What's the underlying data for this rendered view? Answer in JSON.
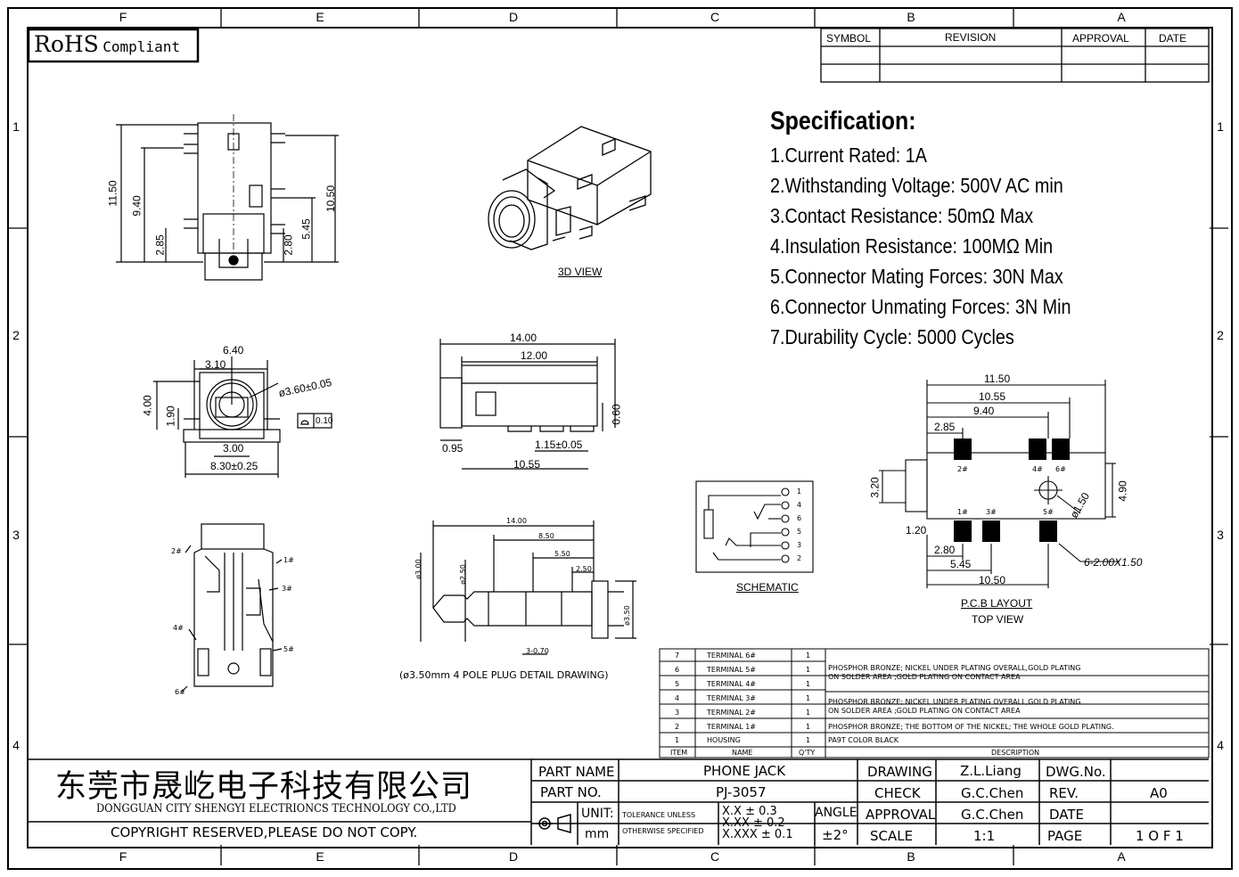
{
  "zones": {
    "columns": [
      "F",
      "E",
      "D",
      "C",
      "B",
      "A"
    ],
    "rows": [
      "1",
      "2",
      "3",
      "4"
    ]
  },
  "rohs": {
    "main": "RoHS",
    "sub": "Compliant"
  },
  "revision_table": {
    "headers": [
      "SYMBOL",
      "REVISION",
      "APPROVAL",
      "DATE"
    ]
  },
  "specification": {
    "title": "Specification:",
    "items": [
      "1.Current Rated: 1A",
      "2.Withstanding Voltage: 500V AC min",
      "3.Contact Resistance: 50mΩ Max",
      "4.Insulation Resistance: 100MΩ Min",
      "5.Connector Mating Forces: 30N Max",
      "6.Connector Unmating Forces: 3N Min",
      "7.Durability Cycle: 5000 Cycles"
    ]
  },
  "views": {
    "view_3d": "3D VIEW",
    "schematic": "SCHEMATIC",
    "pcb_layout": "P.C.B LAYOUT",
    "top_view": "TOP VIEW",
    "plug_detail": "(ø3.50mm 4 POLE PLUG DETAIL DRAWING)"
  },
  "dimensions": {
    "front": [
      "11.50",
      "9.40",
      "2.85",
      "10.50",
      "5.45",
      "2.80"
    ],
    "side": [
      "6.40",
      "3.10",
      "ø3.60±0.05",
      "4.00",
      "1.90",
      "0.10",
      "3.00",
      "8.30±0.25"
    ],
    "top": [
      "14.00",
      "12.00",
      "0.60",
      "0.95",
      "1.15±0.05",
      "10.55"
    ],
    "plug": [
      "14.00",
      "8.50",
      "5.50",
      "2.50",
      "ø3.00",
      "ø2.50",
      "ø3.50",
      "3-0.70"
    ],
    "pcb": [
      "11.50",
      "10.55",
      "9.40",
      "2.85",
      "3.20",
      "4.90",
      "ø1.50",
      "1.20",
      "2.80",
      "5.45",
      "10.50",
      "6-2.00X1.50"
    ],
    "pcb_pads": [
      "2#",
      "4#",
      "6#",
      "1#",
      "3#",
      "5#"
    ],
    "terminal_marks": [
      "2#",
      "1#",
      "3#",
      "4#",
      "5#",
      "6#"
    ],
    "schematic_pins": [
      "1",
      "4",
      "6",
      "5",
      "3",
      "2"
    ]
  },
  "bom": {
    "rows": [
      {
        "item": "7",
        "name": "TERMINAL 6#",
        "qty": "1"
      },
      {
        "item": "6",
        "name": "TERMINAL 5#",
        "qty": "1"
      },
      {
        "item": "5",
        "name": "TERMINAL 4#",
        "qty": "1"
      },
      {
        "item": "4",
        "name": "TERMINAL 3#",
        "qty": "1"
      },
      {
        "item": "3",
        "name": "TERMINAL 2#",
        "qty": "1"
      },
      {
        "item": "2",
        "name": "TERMINAL 1#",
        "qty": "1"
      },
      {
        "item": "1",
        "name": "HOUSING",
        "qty": "1"
      }
    ],
    "desc_a_1": "PHOSPHOR BRONZE; NICKEL UNDER PLATING OVERALL,GOLD PLATING",
    "desc_a_2": "ON SOLDER AREA ;GOLD PLATING ON CONTACT AREA",
    "desc_b_1": "PHOSPHOR BRONZE; NICKEL UNDER PLATING OVERALL,GOLD PLATING",
    "desc_b_2": "ON SOLDER AREA ;GOLD PLATING ON CONTACT AREA",
    "desc_c": "PHOSPHOR BRONZE; THE BOTTOM OF THE NICKEL; THE WHOLE GOLD PLATING.",
    "desc_d": "PA9T   COLOR BLACK",
    "headers": {
      "item": "ITEM",
      "name": "NAME",
      "qty": "Q'TY",
      "desc": "DESCRIPTION"
    }
  },
  "title_block": {
    "company_cn": "东莞市晟屹电子科技有限公司",
    "company_en": "DONGGUAN CITY SHENGYI ELECTRIONCS TECHNOLOGY CO.,LTD",
    "copyright": "COPYRIGHT RESERVED,PLEASE DO NOT COPY.",
    "part_name_label": "PART NAME",
    "part_name": "PHONE JACK",
    "part_no_label": "PART NO.",
    "part_no": "PJ-3057",
    "unit_label": "UNIT:",
    "unit": "mm",
    "tol_1": "TOLERANCE UNLESS",
    "tol_2": "OTHERWISE SPECIFIED",
    "tol_x": "X.X ± 0.3",
    "tol_xx": "X.XX ± 0.2",
    "tol_xxx": "X.XXX ± 0.1",
    "angle_label": "ANGLE",
    "angle": "±2°",
    "drawing_label": "DRAWING",
    "drawing_by": "Z.L.Liang",
    "check_label": "CHECK",
    "check_by": "G.C.Chen",
    "approval_label": "APPROVAL",
    "approval_by": "G.C.Chen",
    "scale_label": "SCALE",
    "scale": "1:1",
    "dwg_label": "DWG.No.",
    "rev_label": "REV.",
    "rev": "A0",
    "date_label": "DATE",
    "page_label": "PAGE",
    "page": "1 O F 1"
  }
}
